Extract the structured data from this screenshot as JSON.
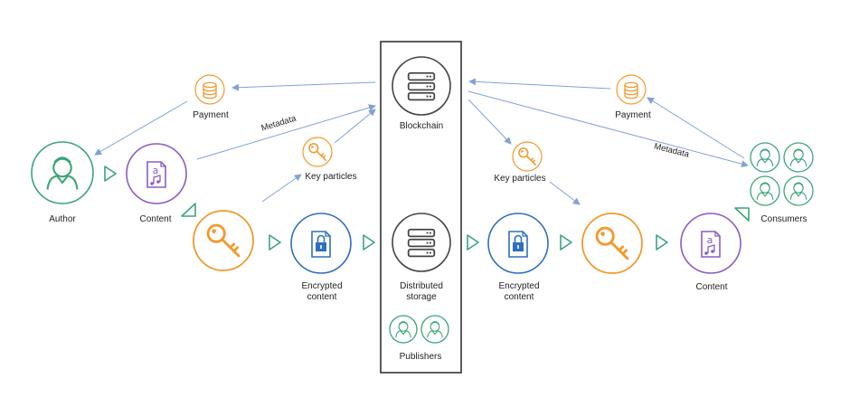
{
  "labels": {
    "author": "Author",
    "content_left": "Content",
    "payment_left": "Payment",
    "metadata_left": "Metadata",
    "key_particles_left": "Key particles",
    "encrypted_left_1": "Encrypted",
    "encrypted_left_2": "content",
    "blockchain": "Blockchain",
    "distributed_1": "Distributed",
    "distributed_2": "storage",
    "publishers": "Publishers",
    "key_particles_right": "Key particles",
    "payment_right": "Payment",
    "metadata_right": "Metadata",
    "encrypted_right_1": "Encrypted",
    "encrypted_right_2": "content",
    "content_right": "Content",
    "consumers": "Consumers"
  },
  "icons": {
    "author": "person-icon",
    "content": "audio-document-icon",
    "payment": "coin-stack-icon",
    "key": "key-icon",
    "encrypted": "locked-document-icon",
    "blockchain": "server-icon",
    "storage": "server-icon",
    "publisher": "person-icon",
    "consumer": "person-icon",
    "flow": "triangle-arrow-icon"
  },
  "colors": {
    "green": "#3aa57a",
    "purple": "#8a5cc6",
    "orange": "#f29a2e",
    "blue": "#2f6fc0",
    "arrow": "#7fa3d6",
    "dark": "#444444"
  }
}
